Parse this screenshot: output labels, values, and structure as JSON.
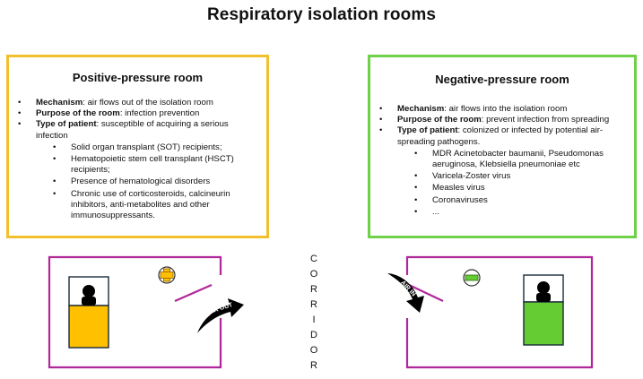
{
  "title": "Respiratory isolation rooms",
  "positive": {
    "title": "Positive-pressure room",
    "mechanism_label": "Mechanism",
    "mechanism_text": ": air flows out of the isolation room",
    "purpose_label": "Purpose of the room",
    "purpose_text": ": infection prevention",
    "type_label": "Type of patient",
    "type_text": ": susceptible of acquiring a serious infection",
    "patients": [
      "Solid organ transplant (SOT) recipients;",
      "Hematopoietic stem cell transplant (HSCT) recipients;",
      "Presence of hematological disorders",
      "Chronic use of corticosteroids, calcineurin inhibitors, anti-metabolites and other immunosuppressants."
    ],
    "arrow_label": "AIR OUT",
    "accent": "#f2c02c",
    "bed_color": "#ffc000"
  },
  "negative": {
    "title": "Negative-pressure room",
    "mechanism_label": "Mechanism",
    "mechanism_text": ": air flows into the isolation room",
    "purpose_label": "Purpose of the room",
    "purpose_text": ": prevent infection from spreading",
    "type_label": "Type of patient",
    "type_text": ": colonized or infected by potential air-spreading pathogens.",
    "pathogens": [
      "MDR Acinetobacter baumanii, Pseudomonas aeruginosa, Klebsiella pneumoniae etc",
      "Varicela-Zoster virus",
      "Measles virus",
      "Coronaviruses",
      "..."
    ],
    "arrow_label": "AIR IN",
    "accent": "#6fd04a",
    "bed_color": "#66cc33"
  },
  "corridor_letters": [
    "C",
    "O",
    "R",
    "R",
    "I",
    "D",
    "O",
    "R"
  ],
  "room_wall_color": "#b0279a"
}
